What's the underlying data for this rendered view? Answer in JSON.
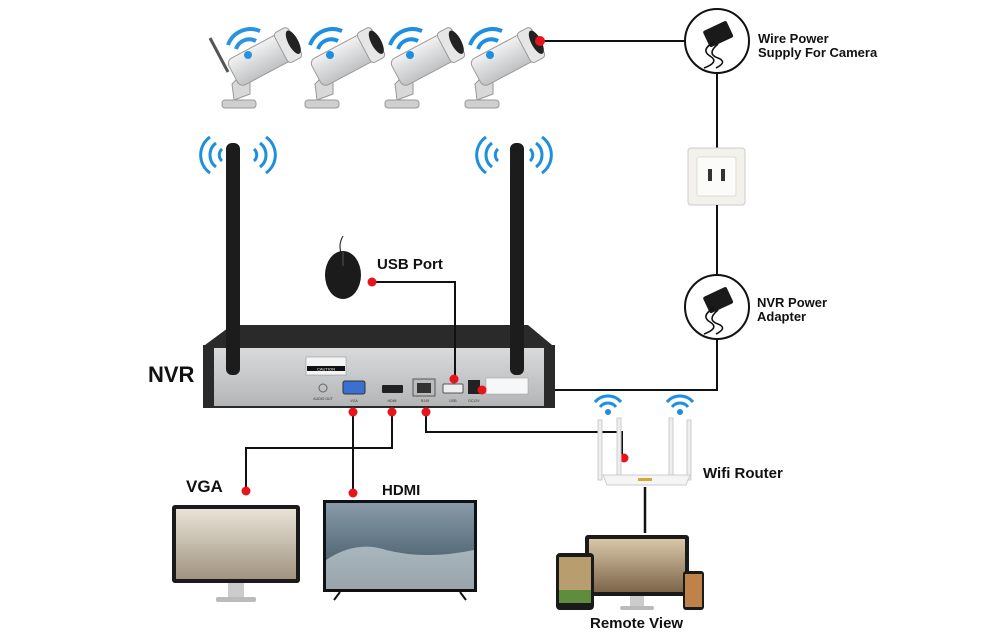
{
  "labels": {
    "camera_power": "Wire Power Supply For Camera",
    "camera_power_line1": "Wire Power",
    "camera_power_line2": "Supply For Camera",
    "usb_port": "USB Port",
    "nvr": "NVR",
    "nvr_power_line1": "NVR Power",
    "nvr_power_line2": "Adapter",
    "wifi_router": "Wifi Router",
    "vga": "VGA",
    "hdmi": "HDMI",
    "remote_view": "Remote View"
  },
  "nvr_panel": {
    "caution": "CAUTION",
    "audio_out": "AUDIO OUT",
    "vga_port": "VGA",
    "hdmi_port": "HDMI",
    "lan_port": "RJ45",
    "usb_port": "USB",
    "dc_port": "DC12V"
  },
  "colors": {
    "connector_dot": "#e8141c",
    "wifi_signal": "#1e8fe0",
    "line": "#111111",
    "nvr_body": "#2a2a2a",
    "nvr_panel": "#c9cbcd"
  }
}
